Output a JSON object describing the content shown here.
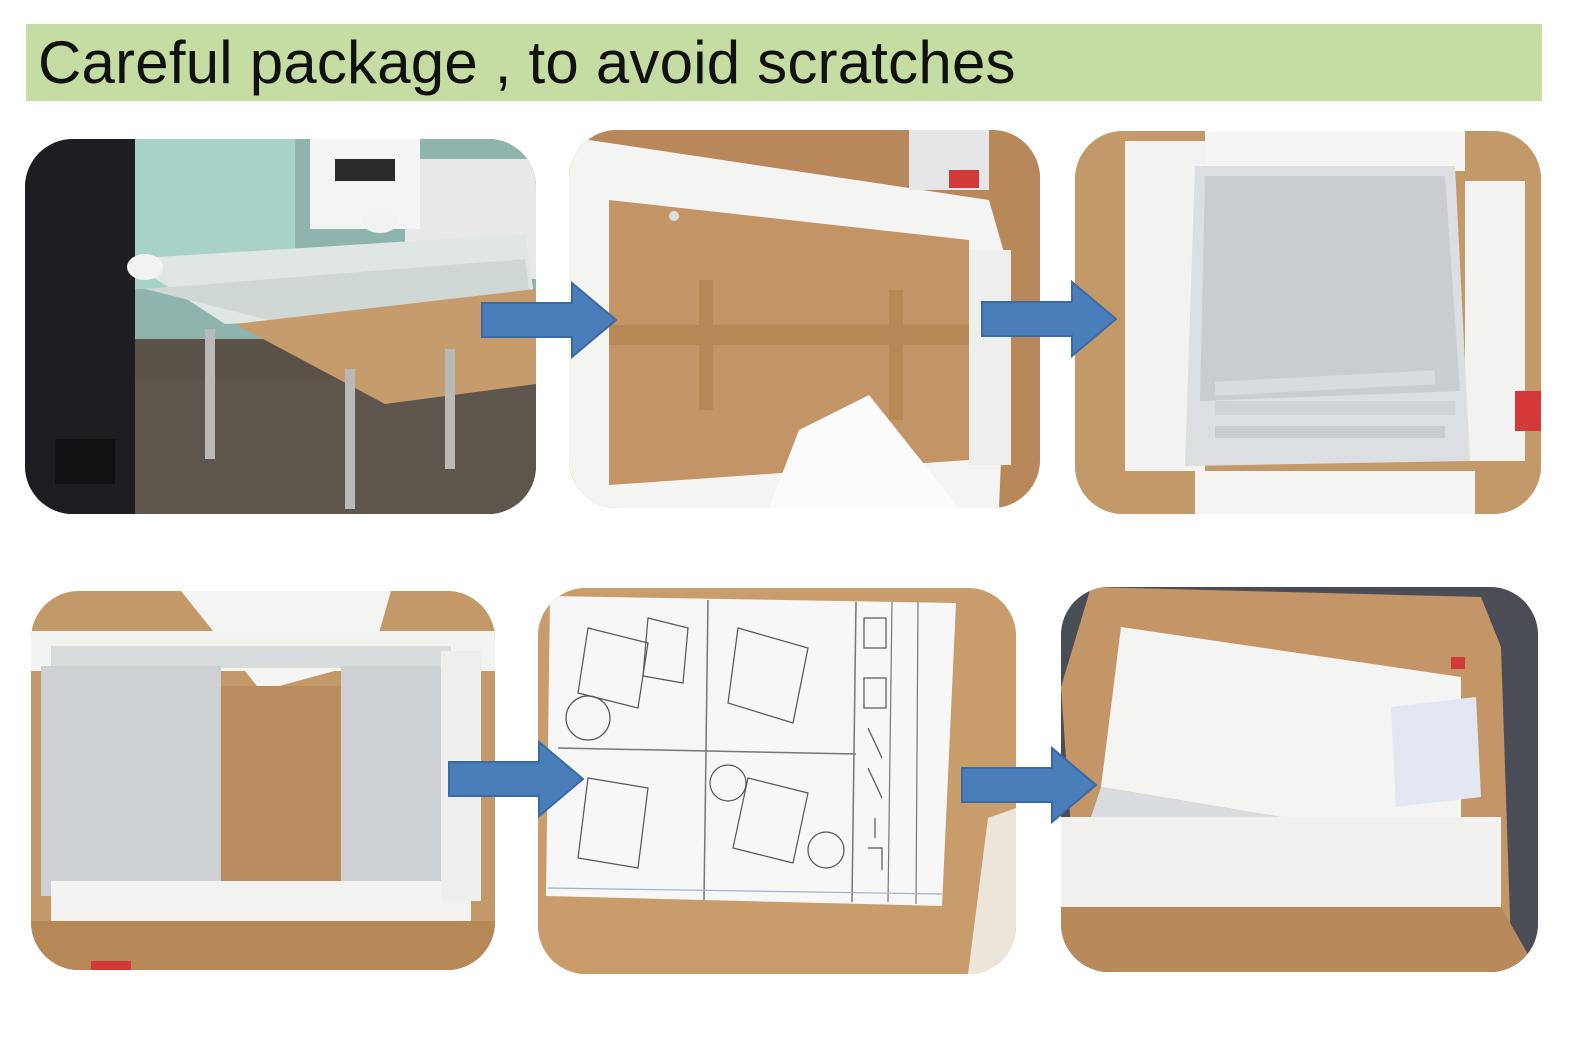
{
  "banner": {
    "title": "Careful package , to avoid scratches",
    "color": "#c5dca3"
  },
  "colors": {
    "arrow_fill": "#4a7ebb",
    "arrow_stroke": "#3a6aa3",
    "cardboard": "#c89b68",
    "foam": "#f4f4f2"
  },
  "steps": [
    {
      "name": "worker-wrapping-glass-top",
      "icon": "photo"
    },
    {
      "name": "board-on-cardboard-with-foam",
      "icon": "photo"
    },
    {
      "name": "frame-wrapped-in-plastic",
      "icon": "photo"
    },
    {
      "name": "legs-wrapped-in-box",
      "icon": "photo"
    },
    {
      "name": "assembly-instruction-sheet",
      "icon": "photo"
    },
    {
      "name": "sealed-box-with-foam-cover",
      "icon": "photo"
    }
  ]
}
